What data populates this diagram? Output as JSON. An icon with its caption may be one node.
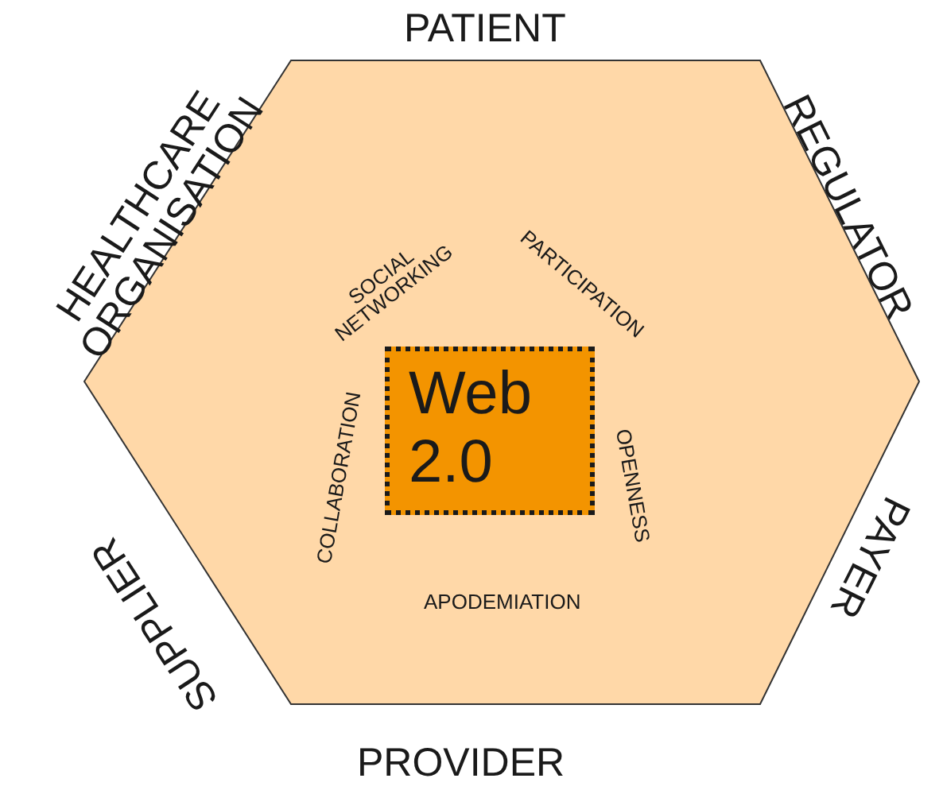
{
  "diagram": {
    "nodes": [
      {
        "text": [],
        "shape": "hexagon"
      },
      {
        "text": [
          "Web 2.0"
        ],
        "in": 0
      }
    ],
    "labels": [
      "PATIENT",
      "HEALTHCARE ORGANISATION",
      "REGULATOR",
      "SOCIAL NETWORKING",
      "PARTICIPATION",
      "COLLABORATION",
      "OPENNESS",
      "APODEMIATION",
      "SUPPLIER",
      "PAYER",
      "PROVIDER"
    ]
  }
}
